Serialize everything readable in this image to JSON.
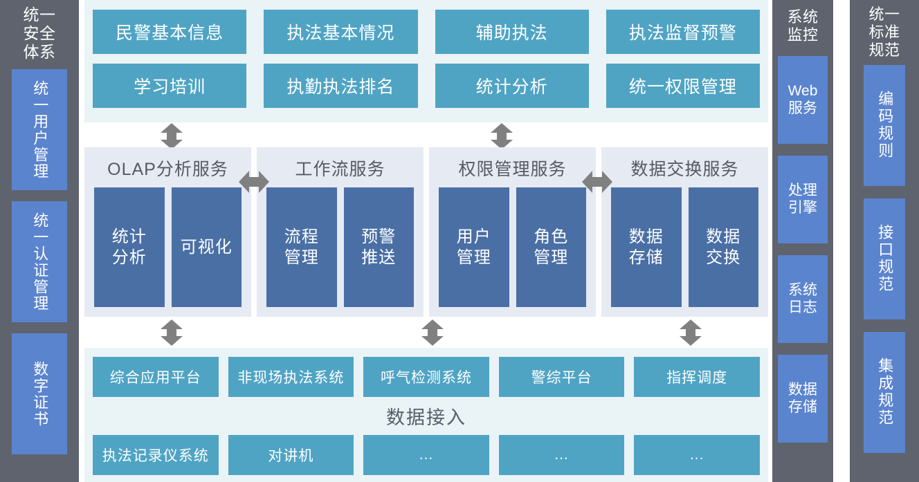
{
  "colors": {
    "teal": "#4fa4c4",
    "steel_blue": "#4a6fa5",
    "rail_gray": "#5e636e",
    "rail_blue": "#5b84ce",
    "layer_bg": "#eaf3f6",
    "panel_bg": "#e6eaf3",
    "arrow_gray": "#808080"
  },
  "left_rail": {
    "title": "统一\n安全\n体系",
    "title_lines": [
      "统一",
      "安全",
      "体系"
    ],
    "items": [
      {
        "label": "统一用户管理"
      },
      {
        "label": "统一认证管理"
      },
      {
        "label": "数字证书"
      }
    ]
  },
  "application_layer": {
    "cells": [
      {
        "label": "民警基本信息"
      },
      {
        "label": "执法基本情况"
      },
      {
        "label": "辅助执法"
      },
      {
        "label": "执法监督预警"
      },
      {
        "label": "学习培训"
      },
      {
        "label": "执勤执法排名"
      },
      {
        "label": "统计分析"
      },
      {
        "label": "统一权限管理"
      }
    ]
  },
  "service_layer": {
    "panels": [
      {
        "title": "OLAP分析服务",
        "boxes": [
          {
            "label": "统计\n分析"
          },
          {
            "label": "可视化"
          }
        ]
      },
      {
        "title": "工作流服务",
        "boxes": [
          {
            "label": "流程\n管理"
          },
          {
            "label": "预警\n推送"
          }
        ]
      },
      {
        "title": "权限管理服务",
        "boxes": [
          {
            "label": "用户\n管理"
          },
          {
            "label": "角色\n管理"
          }
        ]
      },
      {
        "title": "数据交换服务",
        "boxes": [
          {
            "label": "数据\n存储"
          },
          {
            "label": "数据\n交换"
          }
        ]
      }
    ]
  },
  "data_layer": {
    "caption": "数据接入",
    "top_cells": [
      {
        "label": "综合应用平台"
      },
      {
        "label": "非现场执法系统"
      },
      {
        "label": "呼气检测系统"
      },
      {
        "label": "警综平台"
      },
      {
        "label": "指挥调度"
      }
    ],
    "bottom_cells": [
      {
        "label": "执法记录仪系统"
      },
      {
        "label": "对讲机"
      },
      {
        "label": "..."
      },
      {
        "label": "..."
      },
      {
        "label": "..."
      }
    ]
  },
  "monitor_rail": {
    "title_lines": [
      "系统",
      "监控"
    ],
    "items": [
      {
        "label": "Web\n服务"
      },
      {
        "label": "处理\n引擎"
      },
      {
        "label": "系统\n日志"
      },
      {
        "label": "数据\n存储"
      }
    ]
  },
  "standards_rail": {
    "title_lines": [
      "统一",
      "标准",
      "规范"
    ],
    "items": [
      {
        "label": "编码规则"
      },
      {
        "label": "接口规范"
      },
      {
        "label": "集成规范"
      }
    ]
  },
  "arrows": {
    "vertical_app_to_service": [
      {
        "name": "arrow-app-olap"
      },
      {
        "name": "arrow-app-permission"
      }
    ],
    "horizontal_between_services": [
      {
        "name": "arrow-olap-workflow"
      },
      {
        "name": "arrow-permission-exchange"
      }
    ],
    "vertical_service_to_data": [
      {
        "name": "arrow-olap-data"
      },
      {
        "name": "arrow-workflow-data"
      },
      {
        "name": "arrow-exchange-data"
      }
    ]
  }
}
